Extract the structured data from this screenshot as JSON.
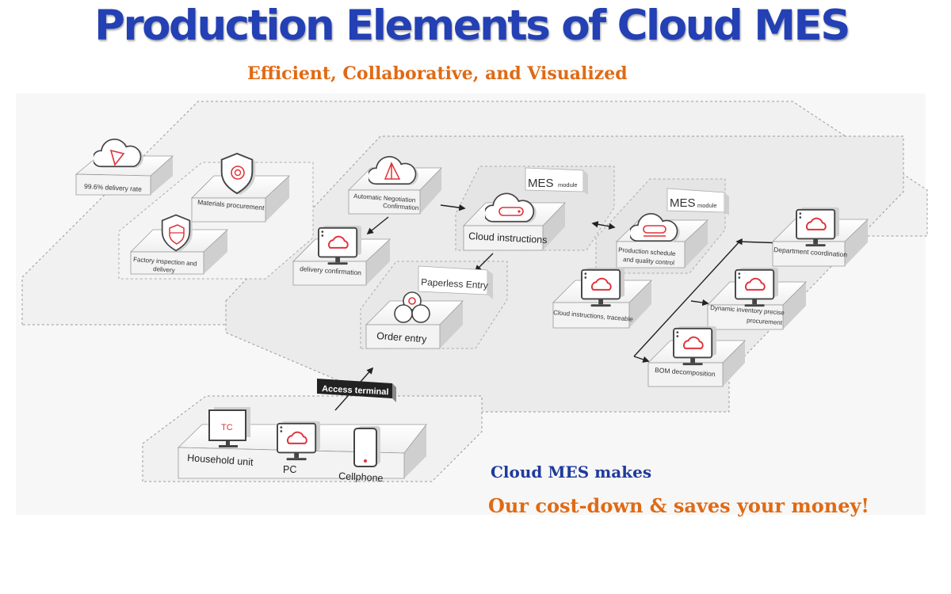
{
  "header": {
    "title": "Production Elements of Cloud MES",
    "subtitle": "Efficient, Collaborative, and Visualized"
  },
  "nodes": {
    "delivery_rate": "99.6% delivery rate",
    "materials_procurement": "Materials procurement",
    "factory_inspection_1": "Factory inspection and",
    "factory_inspection_2": "delivery",
    "auto_negotiation_1": "Automatic Negotiation",
    "auto_negotiation_2": "Confirmation",
    "delivery_confirmation": "delivery confirmation",
    "cloud_instructions": "Cloud instructions",
    "paperless_entry": "Paperless Entry",
    "order_entry": "Order entry",
    "mes_label_1": "MES",
    "mes_module_1": "module",
    "mes_label_2": "MES",
    "mes_module_2": "module",
    "production_schedule_1": "Production schedule",
    "production_schedule_2": "and quality control",
    "cloud_traceable": "Cloud instructions, traceable",
    "department_coordination": "Department coordination",
    "inventory_1": "Dynamic inventory precise",
    "inventory_2": "procurement",
    "bom_decomposition": "BOM decomposition",
    "access_terminal": "Access terminal",
    "household_unit": "Household unit",
    "tc_label": "TC",
    "pc": "PC",
    "cellphone": "Cellphone"
  },
  "slogan": {
    "line1": "Cloud MES makes",
    "line2": "Our cost-down & saves your money!"
  },
  "colors": {
    "title": "#2340b4",
    "accent": "#e06a14",
    "icon_red": "#e0323a",
    "slogan_blue": "#1f3a9c"
  }
}
